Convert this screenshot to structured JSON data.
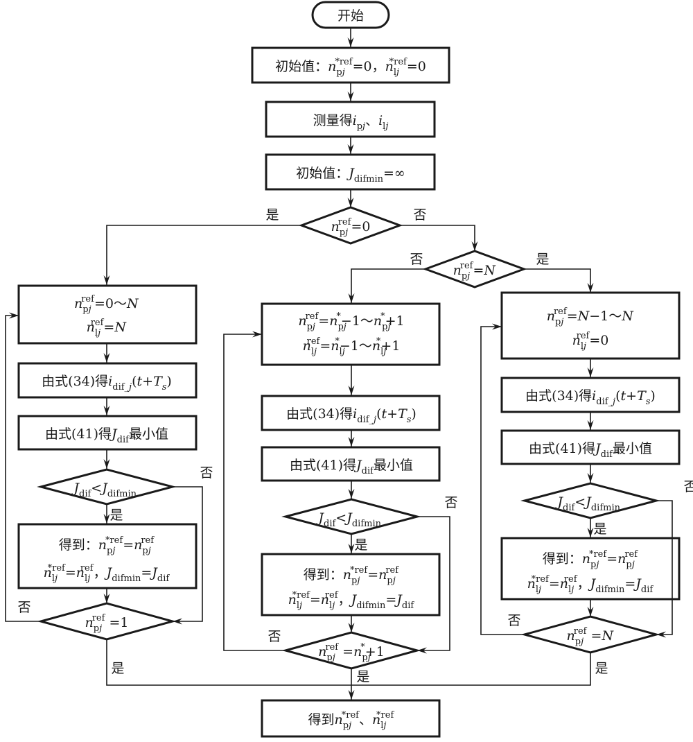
{
  "flowchart": {
    "start": "开始",
    "init_ref": {
      "prefix": "初始值：",
      "expr": [
        {
          "t": "n",
          "it": true
        },
        {
          "t": "pj",
          "sub": true,
          "subit_last": true
        },
        {
          "t": "*ref",
          "sup": true
        },
        {
          "t": "=0，"
        },
        {
          "t": "n",
          "it": true
        },
        {
          "t": "lj",
          "sub": true,
          "subit_last": true
        },
        {
          "t": "*ref",
          "sup": true
        },
        {
          "t": "=0"
        }
      ]
    },
    "measure": {
      "prefix": "测量得",
      "expr": [
        {
          "t": "i",
          "it": true
        },
        {
          "t": "pj",
          "sub": true,
          "subit_last": true
        },
        {
          "t": "、"
        },
        {
          "t": "i",
          "it": true
        },
        {
          "t": "lj",
          "sub": true,
          "subit_last": true
        }
      ]
    },
    "init_jmin": {
      "prefix": "初始值：",
      "expr": [
        {
          "t": "J",
          "it": true
        },
        {
          "t": "difmin",
          "sub": true
        },
        {
          "t": "=∞"
        }
      ]
    },
    "decision_top": {
      "expr": [
        {
          "t": "n",
          "it": true
        },
        {
          "t": "pj",
          "sub": true,
          "subit_last": true
        },
        {
          "t": "ref",
          "sup": true
        },
        {
          "t": "=0"
        }
      ],
      "yes": "是",
      "no": "否"
    },
    "decision_n": {
      "expr": [
        {
          "t": "n",
          "it": true
        },
        {
          "t": "pj",
          "sub": true,
          "subit_last": true
        },
        {
          "t": "ref",
          "sup": true
        },
        {
          "t": "=N",
          "itN": true
        }
      ],
      "yes": "是",
      "no": "否"
    },
    "branches": [
      {
        "id": "left",
        "range_line1": [
          {
            "t": "n",
            "it": true
          },
          {
            "t": "pj",
            "sub": true,
            "subit_last": true
          },
          {
            "t": "ref",
            "sup": true
          },
          {
            "t": "=0～"
          },
          {
            "t": "N",
            "it": true
          }
        ],
        "range_line2": [
          {
            "t": "n",
            "it": true
          },
          {
            "t": "lj",
            "sub": true,
            "subit_last": true
          },
          {
            "t": "ref",
            "sup": true
          },
          {
            "t": "="
          },
          {
            "t": "N",
            "it": true
          }
        ],
        "eq34": "由式(34)得",
        "eq41": "由式(41)得",
        "eq41_suffix": "最小值",
        "cmp_yes": "是",
        "cmp_no": "否",
        "get_prefix": "得到：",
        "loop_expr": [
          {
            "t": "n",
            "it": true
          },
          {
            "t": "pj",
            "sub": true,
            "subit_last": true
          },
          {
            "t": "ref",
            "sup": true
          },
          {
            "t": " =1"
          }
        ],
        "loop_yes": "是",
        "loop_no": "否"
      },
      {
        "id": "middle",
        "range_line1": [
          {
            "t": "n",
            "it": true
          },
          {
            "t": "pj",
            "sub": true,
            "subit_last": true
          },
          {
            "t": "ref",
            "sup": true
          },
          {
            "t": "="
          },
          {
            "t": "n",
            "it": true
          },
          {
            "t": "pj",
            "sub": true,
            "subit_last": true
          },
          {
            "t": "*",
            "sup": true
          },
          {
            "t": "−1～"
          },
          {
            "t": "n",
            "it": true
          },
          {
            "t": "pj",
            "sub": true,
            "subit_last": true
          },
          {
            "t": "*",
            "sup": true
          },
          {
            "t": "+1"
          }
        ],
        "range_line2": [
          {
            "t": "n",
            "it": true
          },
          {
            "t": "lj",
            "sub": true,
            "subit_last": true
          },
          {
            "t": "ref",
            "sup": true
          },
          {
            "t": "="
          },
          {
            "t": "n",
            "it": true
          },
          {
            "t": "lj",
            "sub": true,
            "subit_last": true
          },
          {
            "t": "*",
            "sup": true
          },
          {
            "t": "−1～"
          },
          {
            "t": "n",
            "it": true
          },
          {
            "t": "lj",
            "sub": true,
            "subit_last": true
          },
          {
            "t": "*",
            "sup": true
          },
          {
            "t": "+1"
          }
        ],
        "eq34": "由式(34)得",
        "eq41": "由式(41)得",
        "eq41_suffix": "最小值",
        "cmp_yes": "是",
        "cmp_no": "否",
        "get_prefix": "得到：",
        "loop_expr": [
          {
            "t": "n",
            "it": true
          },
          {
            "t": "pj",
            "sub": true,
            "subit_last": true
          },
          {
            "t": "ref",
            "sup": true
          },
          {
            "t": " ="
          },
          {
            "t": "n",
            "it": true
          },
          {
            "t": "pj",
            "sub": true,
            "subit_last": true
          },
          {
            "t": "*",
            "sup": true
          },
          {
            "t": "+1"
          }
        ],
        "loop_yes": "是",
        "loop_no": "否"
      },
      {
        "id": "right",
        "range_line1": [
          {
            "t": "n",
            "it": true
          },
          {
            "t": "pj",
            "sub": true,
            "subit_last": true
          },
          {
            "t": "ref",
            "sup": true
          },
          {
            "t": "="
          },
          {
            "t": "N",
            "it": true
          },
          {
            "t": "−1～"
          },
          {
            "t": "N",
            "it": true
          }
        ],
        "range_line2": [
          {
            "t": "n",
            "it": true
          },
          {
            "t": "lj",
            "sub": true,
            "subit_last": true
          },
          {
            "t": "ref",
            "sup": true
          },
          {
            "t": "=0"
          }
        ],
        "eq34": "由式(34)得",
        "eq41": "由式(41)得",
        "eq41_suffix": "最小值",
        "cmp_yes": "是",
        "cmp_no": "否",
        "get_prefix": "得到：",
        "loop_expr": [
          {
            "t": "n",
            "it": true
          },
          {
            "t": "pj",
            "sub": true,
            "subit_last": true
          },
          {
            "t": "ref",
            "sup": true
          },
          {
            "t": " ="
          },
          {
            "t": "N",
            "it": true
          }
        ],
        "loop_yes": "是",
        "loop_no": "否"
      }
    ],
    "common": {
      "idif": [
        {
          "t": "i",
          "it": true
        },
        {
          "t": "dif_",
          "sub": true
        },
        {
          "t": "j",
          "sub": true,
          "it": true
        },
        {
          "t": "("
        },
        {
          "t": "t",
          "it": true
        },
        {
          "t": "+"
        },
        {
          "t": "T",
          "it": true
        },
        {
          "t": "s",
          "sub": true,
          "it": true
        },
        {
          "t": ")"
        }
      ],
      "jdif": [
        {
          "t": "J",
          "it": true
        },
        {
          "t": "dif",
          "sub": true
        }
      ],
      "cmp": [
        {
          "t": "J",
          "it": true
        },
        {
          "t": "dif",
          "sub": true
        },
        {
          "t": "<"
        },
        {
          "t": "J",
          "it": true
        },
        {
          "t": "difmin",
          "sub": true
        }
      ],
      "get_line1": [
        {
          "t": "n",
          "it": true
        },
        {
          "t": "pj",
          "sub": true,
          "subit_last": true
        },
        {
          "t": "*ref",
          "sup": true
        },
        {
          "t": "="
        },
        {
          "t": "n",
          "it": true
        },
        {
          "t": "pj",
          "sub": true,
          "subit_last": true
        },
        {
          "t": "ref",
          "sup": true
        }
      ],
      "get_line2": [
        {
          "t": "n",
          "it": true
        },
        {
          "t": "lj",
          "sub": true,
          "subit_last": true
        },
        {
          "t": "*ref",
          "sup": true
        },
        {
          "t": "="
        },
        {
          "t": "n",
          "it": true
        },
        {
          "t": "lj",
          "sub": true,
          "subit_last": true
        },
        {
          "t": "ref",
          "sup": true
        },
        {
          "t": "，"
        },
        {
          "t": "J",
          "it": true
        },
        {
          "t": "difmin",
          "sub": true
        },
        {
          "t": "="
        },
        {
          "t": "J",
          "it": true
        },
        {
          "t": "dif",
          "sub": true
        }
      ]
    },
    "end": {
      "prefix": "得到",
      "expr": [
        {
          "t": "n",
          "it": true
        },
        {
          "t": "pj",
          "sub": true,
          "subit_last": true
        },
        {
          "t": "*ref",
          "sup": true
        },
        {
          "t": "、"
        },
        {
          "t": "n",
          "it": true
        },
        {
          "t": "lj",
          "sub": true,
          "subit_last": true
        },
        {
          "t": "*ref",
          "sup": true
        }
      ]
    }
  }
}
